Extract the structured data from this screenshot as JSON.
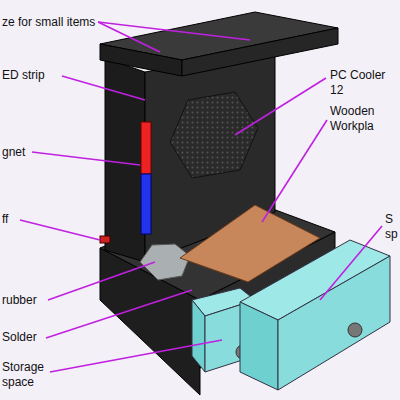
{
  "diagram": {
    "labels": [
      "ze for small items",
      "ED strip",
      "PC Cooler 12",
      "Wooden Workpla",
      "gnet",
      "ff",
      "S sp",
      "rubber",
      "Solder",
      "Storage space"
    ]
  }
}
